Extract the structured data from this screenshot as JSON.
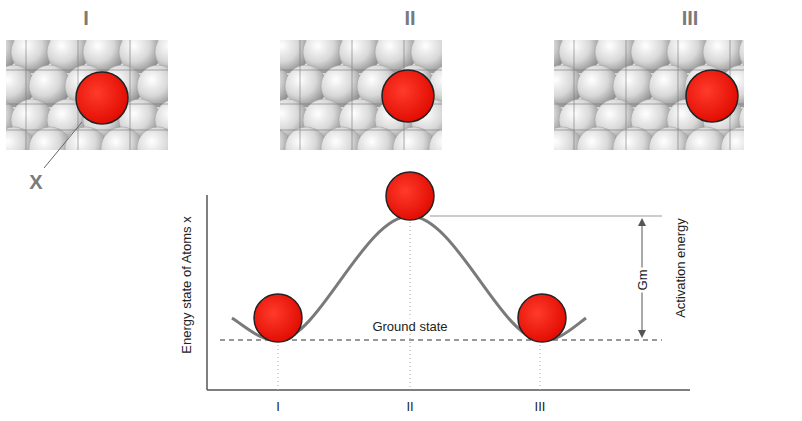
{
  "diagram": {
    "labels": [
      "I",
      "II",
      "III",
      "X",
      "Energy state of Atoms x",
      "Ground state",
      "Gm",
      "Activation energy",
      "I",
      "II",
      "III"
    ]
  }
}
